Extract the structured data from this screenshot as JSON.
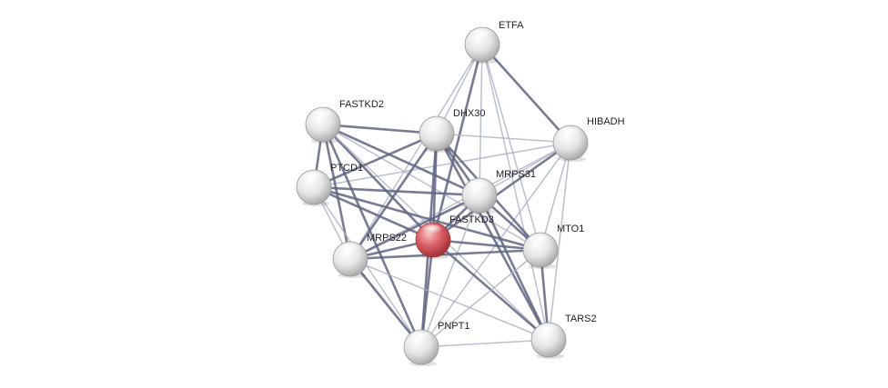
{
  "network": {
    "query_node": "FASTKD3",
    "colors": {
      "query_node": "#d9545c",
      "neighbor_node": "#e8e8e8",
      "edge_strong": "#5f6480",
      "edge_weak": "#aab0c6"
    },
    "nodes": [
      {
        "id": "ETFA",
        "label": "ETFA",
        "query": false
      },
      {
        "id": "HIBADH",
        "label": "HIBADH",
        "query": false
      },
      {
        "id": "FASTKD2",
        "label": "FASTKD2",
        "query": false
      },
      {
        "id": "DHX30",
        "label": "DHX30",
        "query": false
      },
      {
        "id": "PTCD1",
        "label": "PTCD1",
        "query": false
      },
      {
        "id": "MRPS31",
        "label": "MRPS31",
        "query": false
      },
      {
        "id": "FASTKD3",
        "label": "FASTKD3",
        "query": true
      },
      {
        "id": "MRPS22",
        "label": "MRPS22",
        "query": false
      },
      {
        "id": "MTO1",
        "label": "MTO1",
        "query": false
      },
      {
        "id": "PNPT1",
        "label": "PNPT1",
        "query": false
      },
      {
        "id": "TARS2",
        "label": "TARS2",
        "query": false
      }
    ],
    "edges": [
      {
        "source": "ETFA",
        "target": "HIBADH",
        "strength": "strong"
      },
      {
        "source": "ETFA",
        "target": "DHX30",
        "strength": "weak"
      },
      {
        "source": "ETFA",
        "target": "MRPS31",
        "strength": "weak"
      },
      {
        "source": "ETFA",
        "target": "FASTKD3",
        "strength": "strong"
      },
      {
        "source": "ETFA",
        "target": "MRPS22",
        "strength": "weak"
      },
      {
        "source": "ETFA",
        "target": "MTO1",
        "strength": "weak"
      },
      {
        "source": "ETFA",
        "target": "TARS2",
        "strength": "weak"
      },
      {
        "source": "HIBADH",
        "target": "DHX30",
        "strength": "weak"
      },
      {
        "source": "HIBADH",
        "target": "PTCD1",
        "strength": "weak"
      },
      {
        "source": "HIBADH",
        "target": "MRPS31",
        "strength": "weak"
      },
      {
        "source": "HIBADH",
        "target": "FASTKD3",
        "strength": "strong"
      },
      {
        "source": "HIBADH",
        "target": "MRPS22",
        "strength": "weak"
      },
      {
        "source": "HIBADH",
        "target": "MTO1",
        "strength": "weak"
      },
      {
        "source": "HIBADH",
        "target": "PNPT1",
        "strength": "weak"
      },
      {
        "source": "HIBADH",
        "target": "TARS2",
        "strength": "weak"
      },
      {
        "source": "FASTKD2",
        "target": "DHX30",
        "strength": "strong"
      },
      {
        "source": "FASTKD2",
        "target": "PTCD1",
        "strength": "strong"
      },
      {
        "source": "FASTKD2",
        "target": "MRPS31",
        "strength": "strong"
      },
      {
        "source": "FASTKD2",
        "target": "FASTKD3",
        "strength": "strong"
      },
      {
        "source": "FASTKD2",
        "target": "MRPS22",
        "strength": "strong"
      },
      {
        "source": "FASTKD2",
        "target": "MTO1",
        "strength": "weak"
      },
      {
        "source": "FASTKD2",
        "target": "PNPT1",
        "strength": "strong"
      },
      {
        "source": "FASTKD2",
        "target": "TARS2",
        "strength": "weak"
      },
      {
        "source": "DHX30",
        "target": "PTCD1",
        "strength": "strong"
      },
      {
        "source": "DHX30",
        "target": "MRPS31",
        "strength": "strong"
      },
      {
        "source": "DHX30",
        "target": "FASTKD3",
        "strength": "strong"
      },
      {
        "source": "DHX30",
        "target": "MRPS22",
        "strength": "strong"
      },
      {
        "source": "DHX30",
        "target": "MTO1",
        "strength": "strong"
      },
      {
        "source": "DHX30",
        "target": "PNPT1",
        "strength": "strong"
      },
      {
        "source": "DHX30",
        "target": "TARS2",
        "strength": "strong"
      },
      {
        "source": "PTCD1",
        "target": "MRPS31",
        "strength": "strong"
      },
      {
        "source": "PTCD1",
        "target": "FASTKD3",
        "strength": "strong"
      },
      {
        "source": "PTCD1",
        "target": "MRPS22",
        "strength": "weak"
      },
      {
        "source": "PTCD1",
        "target": "MTO1",
        "strength": "strong"
      },
      {
        "source": "PTCD1",
        "target": "PNPT1",
        "strength": "weak"
      },
      {
        "source": "MRPS31",
        "target": "FASTKD3",
        "strength": "strong"
      },
      {
        "source": "MRPS31",
        "target": "MRPS22",
        "strength": "strong"
      },
      {
        "source": "MRPS31",
        "target": "MTO1",
        "strength": "strong"
      },
      {
        "source": "MRPS31",
        "target": "PNPT1",
        "strength": "weak"
      },
      {
        "source": "MRPS31",
        "target": "TARS2",
        "strength": "strong"
      },
      {
        "source": "FASTKD3",
        "target": "MRPS22",
        "strength": "strong"
      },
      {
        "source": "FASTKD3",
        "target": "MTO1",
        "strength": "strong"
      },
      {
        "source": "FASTKD3",
        "target": "PNPT1",
        "strength": "strong"
      },
      {
        "source": "FASTKD3",
        "target": "TARS2",
        "strength": "strong"
      },
      {
        "source": "MRPS22",
        "target": "MTO1",
        "strength": "strong"
      },
      {
        "source": "MRPS22",
        "target": "PNPT1",
        "strength": "strong"
      },
      {
        "source": "MRPS22",
        "target": "TARS2",
        "strength": "weak"
      },
      {
        "source": "MTO1",
        "target": "PNPT1",
        "strength": "weak"
      },
      {
        "source": "MTO1",
        "target": "TARS2",
        "strength": "strong"
      },
      {
        "source": "PNPT1",
        "target": "TARS2",
        "strength": "weak"
      }
    ]
  }
}
